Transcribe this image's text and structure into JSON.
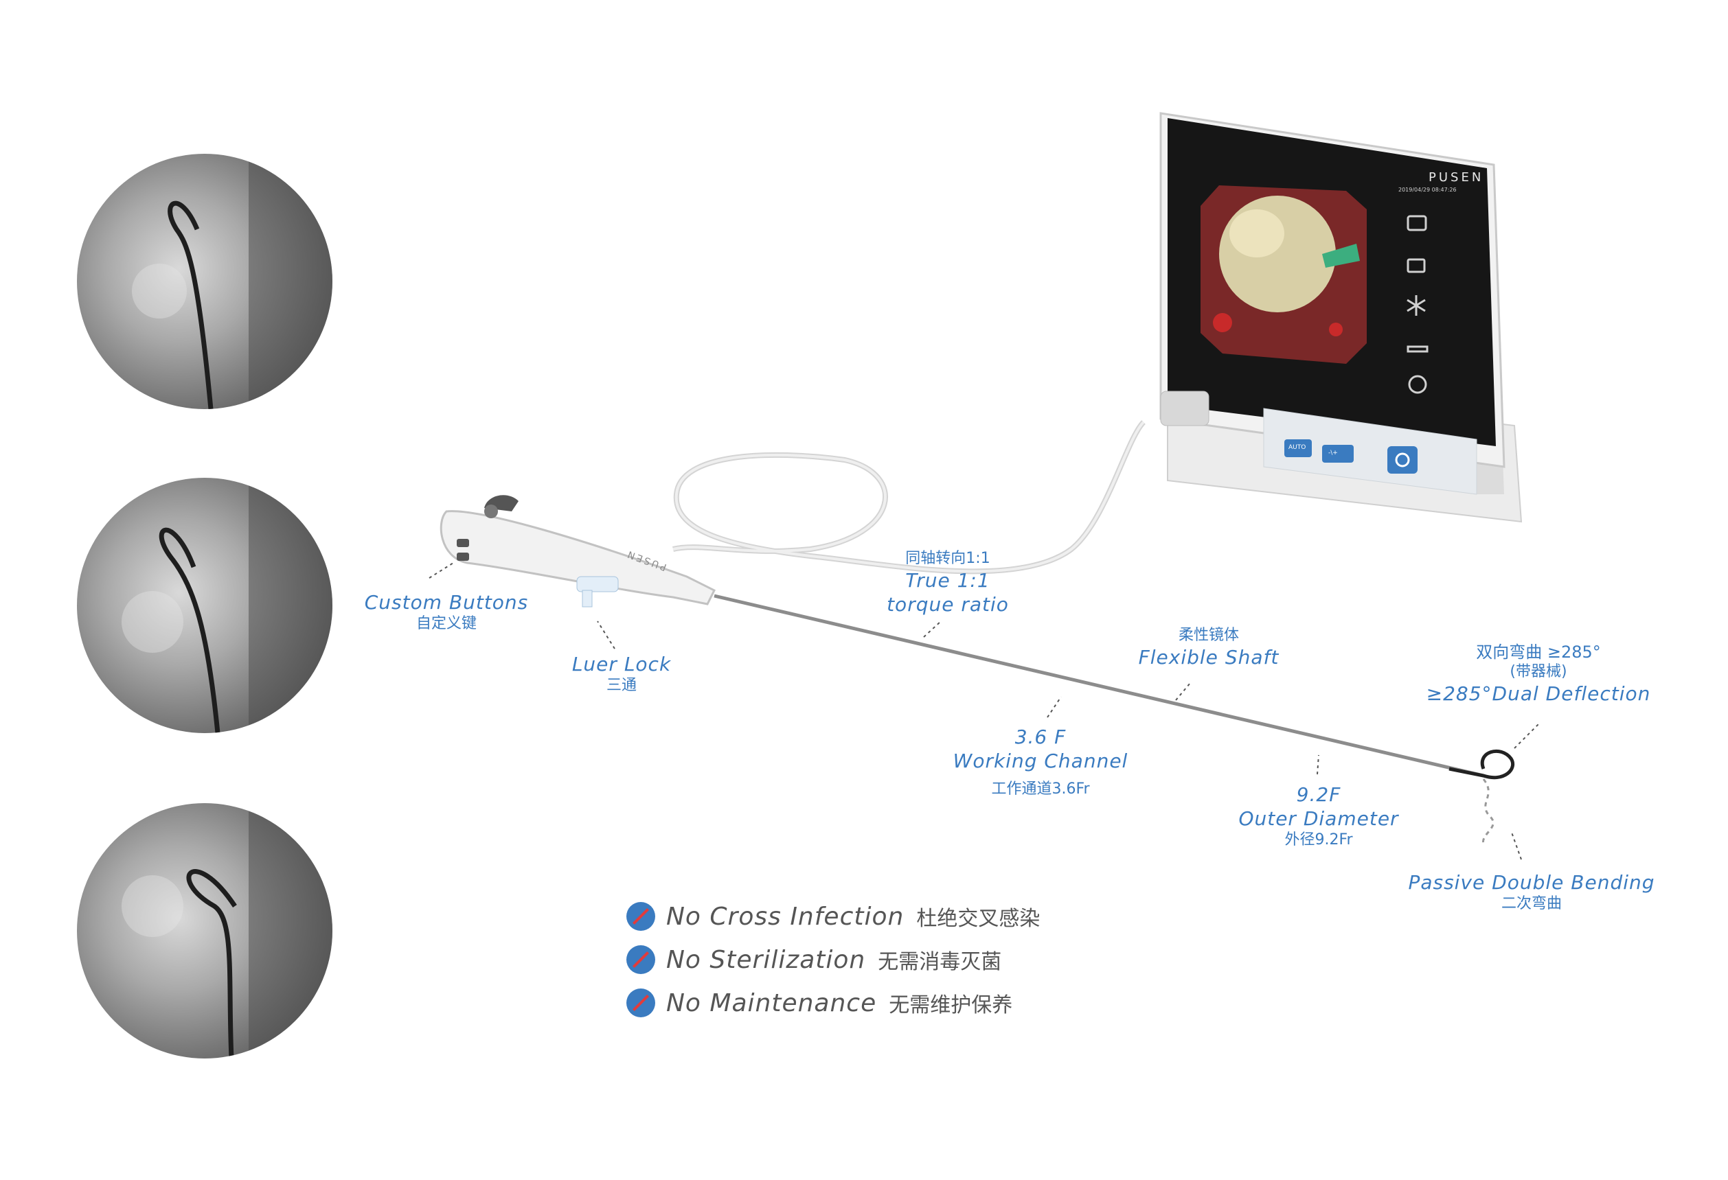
{
  "monitor": {
    "brand": "PUSEN",
    "timestamp": "2019/04/29 08:47:26",
    "side_icons": [
      "camera-icon",
      "video-icon",
      "freeze-icon",
      "stone-icon",
      "settings-icon"
    ],
    "buttons": [
      "AUTO",
      "-\\+",
      "power-icon"
    ]
  },
  "scope": {
    "brand": "PUSEN"
  },
  "callouts": {
    "custom_buttons": {
      "en": "Custom Buttons",
      "zh": "自定义键"
    },
    "luer_lock": {
      "en": "Luer Lock",
      "zh": "三通"
    },
    "torque": {
      "zh": "同轴转向1:1",
      "en1": "True 1:1",
      "en2": "torque ratio"
    },
    "working_channel": {
      "en1": "3.6 F",
      "en2": "Working Channel",
      "zh": "工作通道3.6Fr"
    },
    "flexible_shaft": {
      "zh": "柔性镜体",
      "en": "Flexible Shaft"
    },
    "outer_diameter": {
      "en1": "9.2F",
      "en2": "Outer Diameter",
      "zh": "外径9.2Fr"
    },
    "dual_deflection": {
      "zh1": "双向弯曲 ≥285°",
      "zh2": "(带器械)",
      "en": "≥285°Dual Deflection"
    },
    "passive_bending": {
      "en": "Passive Double Bending",
      "zh": "二次弯曲"
    }
  },
  "features": [
    {
      "en": "No Cross Infection",
      "zh": "杜绝交叉感染"
    },
    {
      "en": "No Sterilization",
      "zh": "无需消毒灭菌"
    },
    {
      "en": "No Maintenance",
      "zh": "无需维护保养"
    }
  ],
  "colors": {
    "accent": "#3a7bc0",
    "feature_text": "#555555",
    "prohibit": "#e23b3b"
  }
}
